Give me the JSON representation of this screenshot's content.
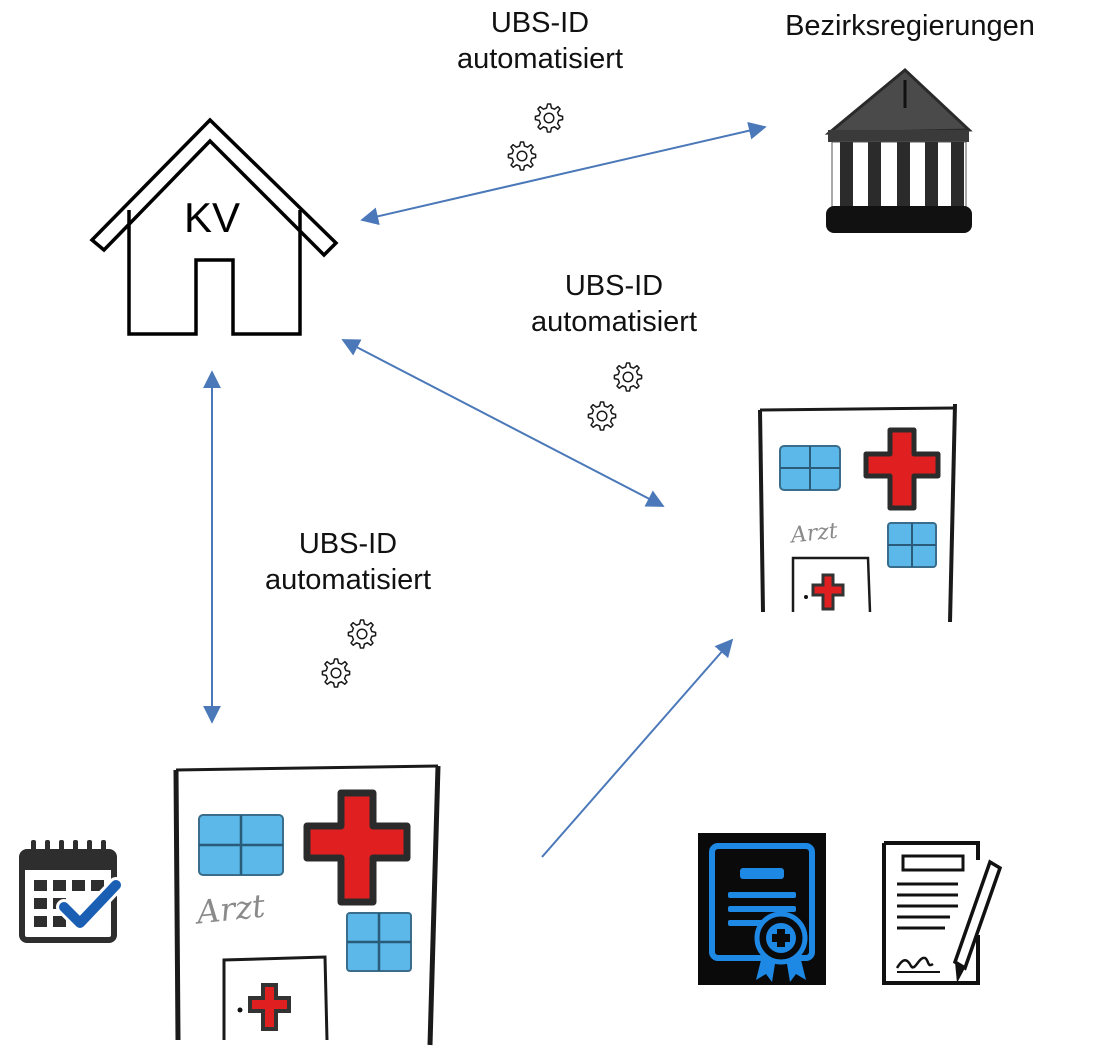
{
  "diagram": {
    "kv_label": "KV",
    "authority_label": "Bezirksregierungen",
    "links": [
      {
        "line1": "UBS-ID",
        "line2": "automatisiert"
      },
      {
        "line1": "UBS-ID",
        "line2": "automatisiert"
      },
      {
        "line1": "UBS-ID",
        "line2": "automatisiert"
      }
    ],
    "practice_label": "Arzt"
  },
  "colors": {
    "arrow": "#4a78b8",
    "window": "#5bb8e8",
    "cross": "#e02020",
    "certificate_bg": "#0a0a0a",
    "certificate_fg": "#1e88e5",
    "checkmark": "#1a5fb4"
  },
  "icons": [
    "house-icon",
    "gear-icon",
    "government-building-icon",
    "medical-practice-icon",
    "calendar-check-icon",
    "medical-certificate-icon",
    "signed-contract-icon"
  ]
}
